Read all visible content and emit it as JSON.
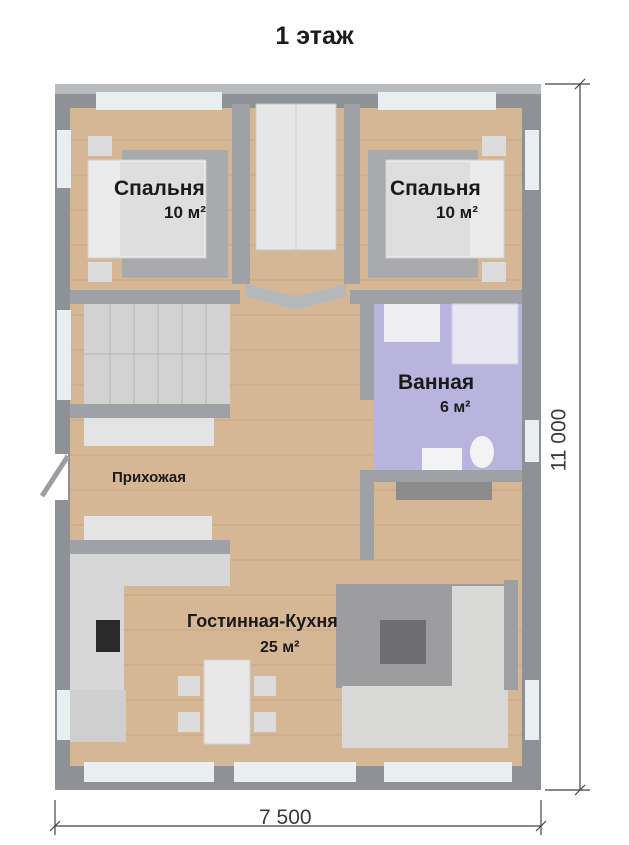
{
  "title": "1 этаж",
  "rooms": [
    {
      "name": "Спальня",
      "area": "10 м²"
    },
    {
      "name": "Спальня",
      "area": "10 м²"
    },
    {
      "name": "Ванная",
      "area": "6 м²"
    },
    {
      "name": "Прихожая",
      "area": ""
    },
    {
      "name": "Гостинная-Кухня",
      "area": "25 м²"
    }
  ],
  "dimensions": {
    "width": "7 500",
    "height": "11 000"
  },
  "colors": {
    "wall": "#8e9296",
    "wall_top": "#b9bcbf",
    "floor": "#d6b795",
    "bath": "#b9b4de",
    "rug": "#9d9d9f",
    "sofa": "#d8d8d6",
    "window": "#e9eef1"
  }
}
